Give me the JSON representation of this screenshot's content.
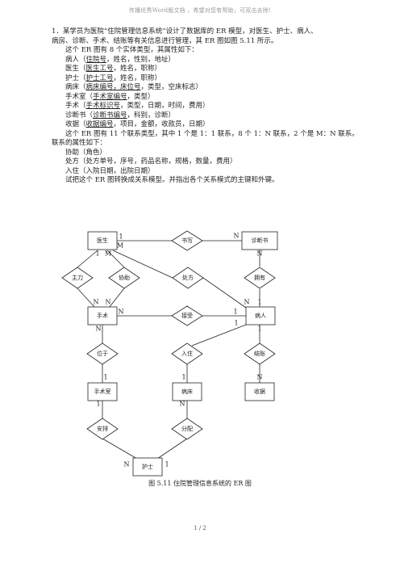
{
  "banner": "传播优秀Word版文档 ，希望对您有帮助，可双击去除!",
  "question": {
    "intro_1": "1．某学员为医院“住院管理信息系统”设计了数据库的 ER 模型，对医生、护士、病人、",
    "intro_2": "病房、诊断、手术、结账等有关信息进行管理，其 ER 图如图 5.11 所示。",
    "entity_count": "这个 ER 图有 8 个实体类型，其属性如下：",
    "entities": [
      {
        "name": "病人（",
        "key": "住院号",
        "rest": "，姓名，性别，地址）"
      },
      {
        "name": "医生（",
        "key": "医生工号",
        "rest": "，姓名，职称）"
      },
      {
        "name": "护士（",
        "key": "护士工号",
        "rest": "，姓名，职称）"
      },
      {
        "name": "病床（",
        "key": "病床编号，床位号",
        "rest": "，类型，空床标志）"
      },
      {
        "name": "手术室（",
        "key": "手术室编号",
        "rest": "，类型）"
      },
      {
        "name": "手术（",
        "key": "手术标识号",
        "rest": "，类型，日期，时间，费用）"
      },
      {
        "name": "诊断书（",
        "key": "诊断书编号",
        "rest": "，科别，诊断）"
      },
      {
        "name": "收据（",
        "key": "收据编号",
        "rest": "，项目，金额，收款员，日期）"
      }
    ],
    "rel_count_1": "这个 ER 图有 11 个联系类型，其中 1 个是 1：1 联系，8 个 1：N 联系，2 个是 M：N 联系。",
    "rel_count_2": "联系的属性如下：",
    "rel_attrs": [
      "协助（角色）",
      "处方（处方单号，序号，药品名称，规格，数量，费用）",
      "入住（入院日期，出院日期）"
    ],
    "task": "试把这个 ER 图转换成关系模型。并指出各个关系模式的主键和外键。"
  },
  "er": {
    "entities": {
      "doctor": "医生",
      "diagnosis": "诊断书",
      "surgery": "手术",
      "patient": "病人",
      "operating_room": "手术室",
      "bed": "病床",
      "receipt": "收据",
      "nurse": "护士"
    },
    "relationships": {
      "write": "书写",
      "chief": "主刀",
      "assist": "协助",
      "prescription": "处方",
      "has": "拥有",
      "receive": "接受",
      "located": "位于",
      "admit": "入住",
      "settle": "结账",
      "arrange": "安排",
      "allocate": "分配"
    },
    "cards": {
      "doc_write": "1",
      "doc_m": "M",
      "write_diag": "N",
      "diag_has": "N",
      "doc_chief": "1",
      "doc_assist": "M",
      "surg_chief": "N",
      "surg_assist": "N",
      "surg_receive": "N",
      "pat_presc": "N",
      "pat_has": "1",
      "pat_receive": "1",
      "pat_admit": "1",
      "pat_settle": "1",
      "surg_located": "N",
      "located_room": "1",
      "admit_bed": "1",
      "settle_receipt": "N",
      "room_arrange": "1",
      "bed_allocate": "N",
      "nurse_left": "N",
      "nurse_right": "1"
    },
    "caption": "图 5.11 住院管理信息系统的 ER 图"
  },
  "footer": {
    "page": "1  /  2"
  }
}
